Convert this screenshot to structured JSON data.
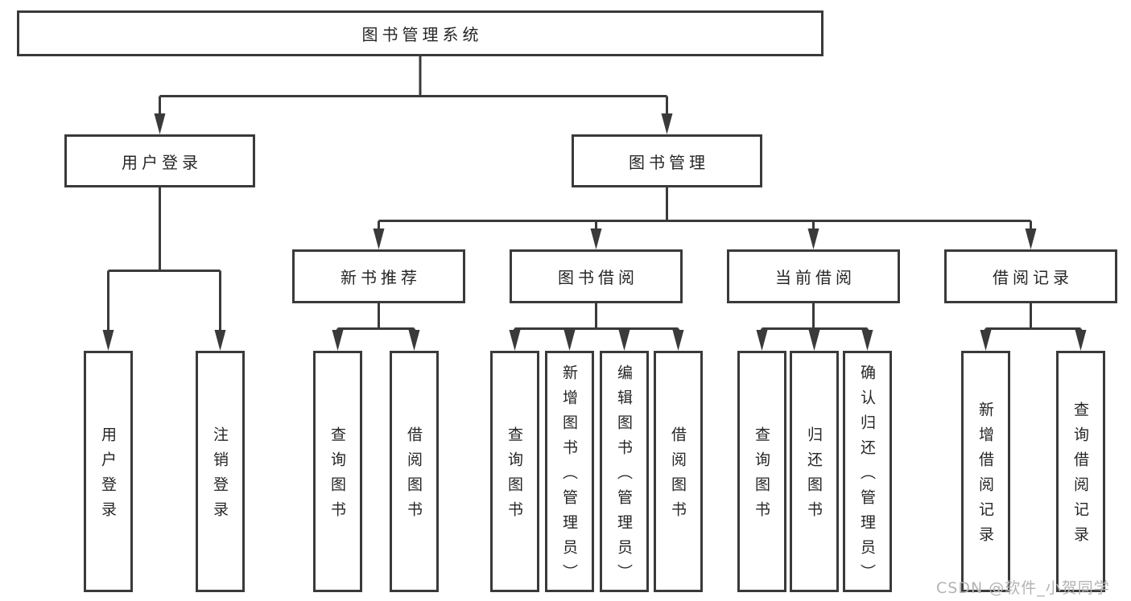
{
  "colors": {
    "line": "#3a3a3a",
    "box_border": "#3a3a3a",
    "box_background": "#ffffff",
    "text": "#262626",
    "page_background": "#ffffff",
    "watermark": "#b3b3b3"
  },
  "watermark": "CSDN @软件_小贺同学",
  "tree": {
    "root": "图书管理系统",
    "level2": [
      {
        "label": "用户登录"
      },
      {
        "label": "图书管理"
      }
    ],
    "level3": [
      {
        "label": "新书推荐"
      },
      {
        "label": "图书借阅"
      },
      {
        "label": "当前借阅"
      },
      {
        "label": "借阅记录"
      }
    ],
    "leaves": {
      "user_login": [
        "用户登录",
        "注销登录"
      ],
      "new_book": [
        "查询图书",
        "借阅图书"
      ],
      "borrow": [
        "查询图书",
        "新增图书（管理员）",
        "编辑图书（管理员）",
        "借阅图书"
      ],
      "current": [
        "查询图书",
        "归还图书",
        "确认归还（管理员）"
      ],
      "records": [
        "新增借阅记录",
        "查询借阅记录"
      ]
    }
  }
}
